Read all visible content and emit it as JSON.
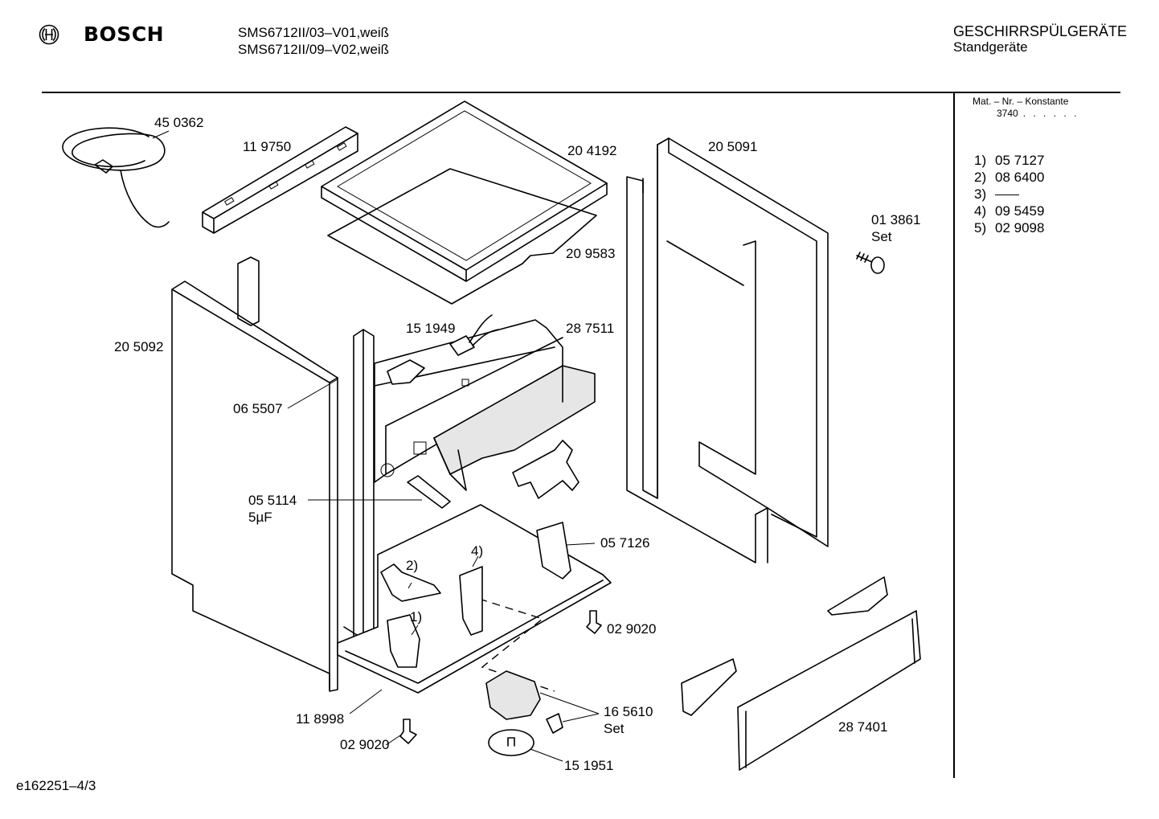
{
  "header": {
    "brand": "BOSCH",
    "models": [
      "SMS6712II/03–V01,weiß",
      "SMS6712II/09–V02,weiß"
    ],
    "category": "GESCHIRRSPÜLGERÄTE",
    "subcategory": "Standgeräte"
  },
  "material": {
    "label": "Mat. – Nr. – Konstante",
    "constant": "3740",
    "dots": ". . . . . ."
  },
  "legend": [
    {
      "num": "1)",
      "value": "05 7127"
    },
    {
      "num": "2)",
      "value": "08 6400"
    },
    {
      "num": "3)",
      "value": ""
    },
    {
      "num": "4)",
      "value": "09 5459"
    },
    {
      "num": "5)",
      "value": "02 9098"
    }
  ],
  "parts": {
    "p450362": "45 0362",
    "p119750": "11 9750",
    "p204192": "20 4192",
    "p209583": "20 9583",
    "p205091": "20 5091",
    "p013861": "01 3861",
    "p013861_set": "Set",
    "p205092": "20 5092",
    "p151949": "15 1949",
    "p287511": "28 7511",
    "p065507": "06 5507",
    "p055114": "05 5114",
    "p055114_cap": "5µF",
    "p057126": "05 7126",
    "ref2": "2)",
    "ref4": "4)",
    "ref1": "1)",
    "p029020a": "02 9020",
    "p029020b": "02 9020",
    "p118998": "11 8998",
    "p165610": "16 5610",
    "p165610_set": "Set",
    "p151951": "15 1951",
    "p287401": "28 7401"
  },
  "footer": {
    "code": "e162251–4/3"
  }
}
